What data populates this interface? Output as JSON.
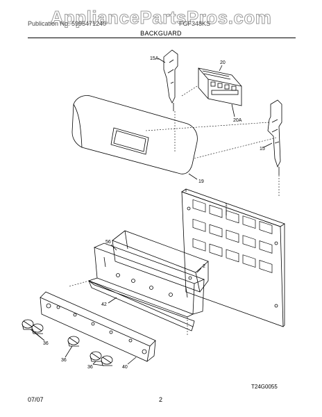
{
  "header": {
    "watermark": "AppliancePartsPros.com",
    "left_text": "Publication No. 5995471240",
    "right_text": "FGF348KS",
    "section_title": "BACKGUARD"
  },
  "callouts": {
    "c15A": "15A",
    "c20": "20",
    "c20A": "20A",
    "c15": "15",
    "c19": "19",
    "c1": "1",
    "c56": "56",
    "c2": "2",
    "c42": "42",
    "c36a": "36",
    "c36b": "36",
    "c36c": "36",
    "c40": "40"
  },
  "footer": {
    "date": "07/07",
    "page": "2",
    "diagram_ref": "T24G0055"
  }
}
